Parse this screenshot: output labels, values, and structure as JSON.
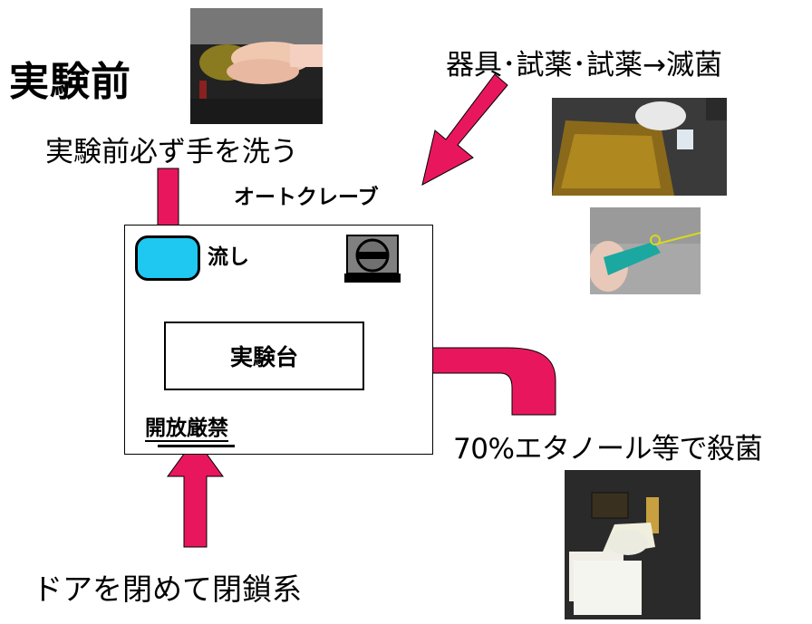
{
  "title": "実験前",
  "labels": {
    "handwash": "実験前必ず手を洗う",
    "sterilize": "器具･試薬･試薬→滅菌",
    "autoclave": "オートクレーブ",
    "sink": "流し",
    "bench": "実験台",
    "no_open": "開放厳禁",
    "ethanol": "70%エタノール等で殺菌",
    "door": "ドアを閉めて閉鎖系"
  },
  "colors": {
    "arrow": "#e8175d",
    "sink": "#1ec8f0"
  },
  "photos": {
    "handwash": "hand-washing-photo",
    "flask": "flask-sterilization-photo",
    "loop": "inoculation-loop-photo",
    "spray": "ethanol-spray-photo"
  }
}
